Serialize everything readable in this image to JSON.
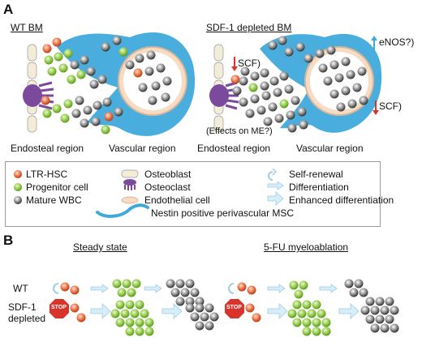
{
  "panel_a": {
    "label": "A",
    "wt_title": "WT BM",
    "sdf_title": "SDF-1 depleted BM",
    "wt_endosteal": "Endosteal region",
    "wt_vascular": "Vascular region",
    "sdf_endosteal": "Endosteal region",
    "sdf_vascular": "Vascular region",
    "scf_left": "SCF)",
    "scf_right": "SCF)",
    "enos": "eNOS?)",
    "effects_me": "(Effects on ME?)"
  },
  "legend": {
    "ltr_hsc": "LTR-HSC",
    "progenitor": "Progenitor cell",
    "mature_wbc": "Mature WBC",
    "osteoblast": "Osteoblast",
    "osteoclast": "Osteoclast",
    "endothelial": "Endothelial cell",
    "nestin": "Nestin positive perivascular MSC",
    "self_renewal": "Self-renewal",
    "differentiation": "Differentiation",
    "enhanced": "Enhanced differentiation"
  },
  "panel_b": {
    "label": "B",
    "steady_title": "Steady state",
    "fu_title": "5-FU myeloablation",
    "row_wt": "WT",
    "row_sdf_1": "SDF-1",
    "row_sdf_2": "depleted",
    "stop": "STOP"
  },
  "colors": {
    "hsc": "#e8683a",
    "progenitor": "#8cc63f",
    "mature": "#3a3a3a",
    "vessel": "#3fa9dc",
    "endothelium": "#f6dcc4",
    "osteoclast": "#7b4a9c",
    "arrow": "#d7edf7",
    "stop": "#d9342b"
  }
}
